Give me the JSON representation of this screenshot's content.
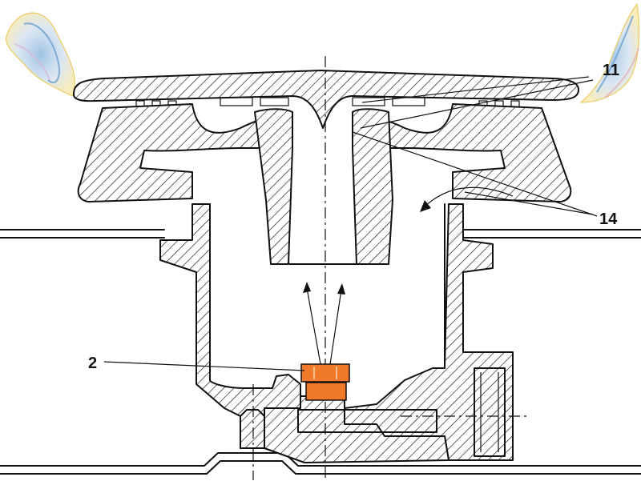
{
  "callouts": {
    "label_11": "11",
    "label_14": "14",
    "label_2": "2"
  },
  "colors": {
    "line": "#111111",
    "injector_highlight": "#f07a2a",
    "flame_blue": "#7fb1dd",
    "flame_yellow": "#f2d45a"
  },
  "icons": {
    "flame_left": "flame-icon",
    "flame_right": "flame-icon",
    "flow_arrows": "arrow-up-icon"
  }
}
